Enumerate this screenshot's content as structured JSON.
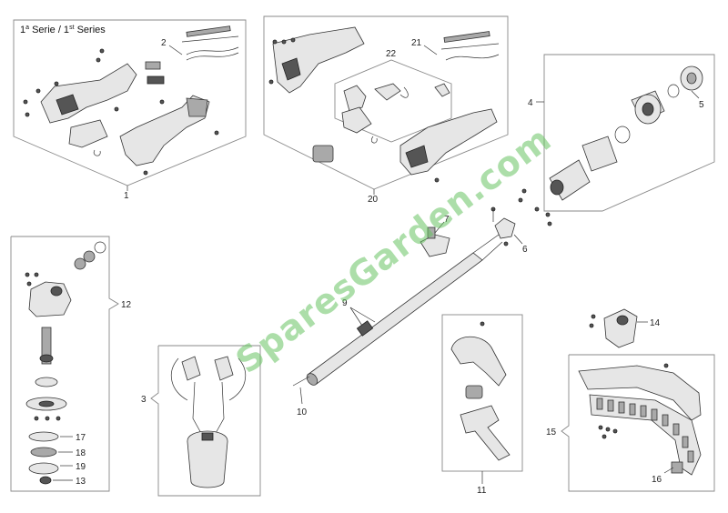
{
  "series_label": {
    "prefix_a": "1",
    "sup_a": "a",
    "mid": " Serie / 1",
    "sup_b": "st",
    "suffix": " Series"
  },
  "watermark": "SparesGarden.com",
  "callouts": {
    "n1": "1",
    "n2": "2",
    "n3": "3",
    "n4": "4",
    "n5": "5",
    "n6": "6",
    "n7": "7",
    "n9": "9",
    "n10": "10",
    "n11": "11",
    "n12": "12",
    "n13": "13",
    "n14": "14",
    "n15": "15",
    "n16": "16",
    "n17": "17",
    "n18": "18",
    "n19": "19",
    "n20": "20",
    "n21": "21",
    "n22": "22"
  },
  "colors": {
    "watermark": "#69c463",
    "frame": "#888888",
    "part": "#e6e6e6",
    "ink": "#333333"
  }
}
